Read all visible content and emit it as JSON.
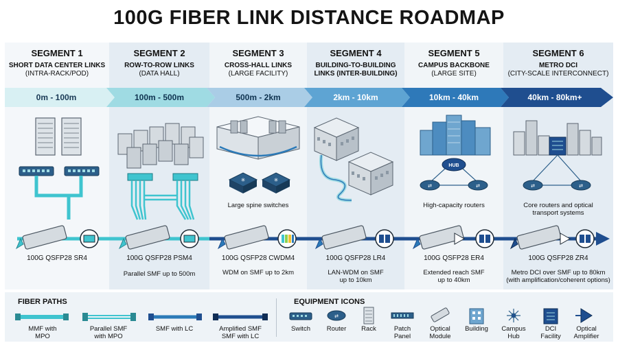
{
  "title": "100G FIBER LINK DISTANCE ROADMAP",
  "colors": {
    "aqua": "#3fc4cf",
    "mid_blue": "#2b7ab8",
    "navy": "#1f4e8f",
    "panel": "#eef3f7",
    "ink": "#111111"
  },
  "segments": [
    {
      "number": "SEGMENT 1",
      "name": "SHORT DATA CENTER LINKS",
      "sub": "(INTRA-RACK/POD)",
      "range": "0m - 100m",
      "module": "100G QSFP28 SR4",
      "desc": ""
    },
    {
      "number": "SEGMENT 2",
      "name": "ROW-TO-ROW LINKS",
      "sub": "(DATA HALL)",
      "range": "100m - 500m",
      "module": "100G QSFP28 PSM4",
      "desc": "Parallel SMF up to 500m"
    },
    {
      "number": "SEGMENT 3",
      "name": "CROSS-HALL LINKS",
      "sub": "(LARGE FACILITY)",
      "range": "500m - 2km",
      "module": "100G QSFP28 CWDM4",
      "caption": "Large spine switches",
      "desc": "WDM on SMF up to 2km"
    },
    {
      "number": "SEGMENT 4",
      "name": "BUILDING-TO-BUILDING",
      "name2": "LINKS (INTER-BUILDING)",
      "range": "2km - 10km",
      "module": "100G QSFP28 LR4",
      "desc": "LAN-WDM on SMF",
      "desc2": "up to 10km"
    },
    {
      "number": "SEGMENT 5",
      "name": "CAMPUS BACKBONE",
      "sub": "(LARGE SITE)",
      "range": "10km - 40km",
      "module": "100G QSFP28 ER4",
      "caption": "High-capacity routers",
      "hub": "HUB",
      "desc": "Extended reach SMF",
      "desc2": "up to 40km"
    },
    {
      "number": "SEGMENT 6",
      "name": "METRO DCI",
      "sub": "(CITY-SCALE INTERCONNECT)",
      "range": "40km - 80km+",
      "module": "100G QSFP28 ZR4",
      "caption": "Core routers and optical",
      "caption2": "transport systems",
      "desc": "Metro DCI over SMF up to 80km",
      "desc2": "(with amplification/coherent options)"
    }
  ],
  "legend": {
    "fiber_title": "FIBER PATHS",
    "fiber_paths": [
      {
        "line1": "MMF with",
        "line2": "MPO"
      },
      {
        "line1": "Parallel SMF",
        "line2": "with MPO"
      },
      {
        "line1": "SMF with LC",
        "line2": ""
      },
      {
        "line1": "Amplified SMF",
        "line2": "SMF with LC"
      }
    ],
    "equip_title": "EQUIPMENT ICONS",
    "equipment": [
      {
        "line1": "Switch",
        "line2": ""
      },
      {
        "line1": "Router",
        "line2": ""
      },
      {
        "line1": "Rack",
        "line2": ""
      },
      {
        "line1": "Patch",
        "line2": "Panel"
      },
      {
        "line1": "Optical",
        "line2": "Module"
      },
      {
        "line1": "Building",
        "line2": ""
      },
      {
        "line1": "Campus",
        "line2": "Hub"
      },
      {
        "line1": "DCI",
        "line2": "Facility"
      },
      {
        "line1": "Optical",
        "line2": "Amplifier"
      }
    ]
  }
}
